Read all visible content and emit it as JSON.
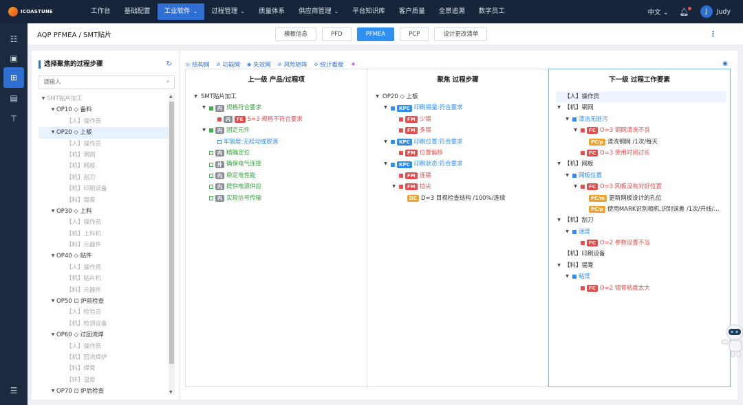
{
  "brand": {
    "name": "ICOASTUNE"
  },
  "nav": [
    {
      "label": "工作台",
      "dropdown": false,
      "active": false
    },
    {
      "label": "基础配置",
      "dropdown": false,
      "active": false
    },
    {
      "label": "工业软件",
      "dropdown": true,
      "active": true
    },
    {
      "label": "过程管理",
      "dropdown": true,
      "active": false
    },
    {
      "label": "质量体系",
      "dropdown": false,
      "active": false
    },
    {
      "label": "供应商管理",
      "dropdown": true,
      "active": false
    },
    {
      "label": "平台知识库",
      "dropdown": false,
      "active": false
    },
    {
      "label": "客户质量",
      "dropdown": false,
      "active": false
    },
    {
      "label": "全景追溯",
      "dropdown": false,
      "active": false
    },
    {
      "label": "数字员工",
      "dropdown": false,
      "active": false
    }
  ],
  "top_right": {
    "language": "中文",
    "avatar_letter": "J",
    "user": "Judy"
  },
  "breadcrumb": "AQP PFMEA / SMT贴片",
  "tabs": [
    {
      "label": "模板信息",
      "active": false
    },
    {
      "label": "PFD",
      "active": false
    },
    {
      "label": "PFMEA",
      "active": true
    },
    {
      "label": "PCP",
      "active": false
    },
    {
      "label": "设计更改清单",
      "active": false
    }
  ],
  "left_panel": {
    "title": "选择聚焦的过程步骤",
    "search_placeholder": "请输入",
    "tree": [
      {
        "text": "SMT贴片加工",
        "level": 0,
        "toggle": "▼",
        "style": "gray",
        "selected": false
      },
      {
        "text": "OP10 ◇ 备料",
        "level": 1,
        "toggle": "▼",
        "style": "dark",
        "selected": false
      },
      {
        "text": "【人】操作员",
        "level": 2,
        "toggle": "",
        "style": "gray",
        "selected": false
      },
      {
        "text": "OP20 ◇ 上板",
        "level": 1,
        "toggle": "▼",
        "style": "dark",
        "selected": true
      },
      {
        "text": "【人】操作员",
        "level": 2,
        "toggle": "",
        "style": "gray",
        "selected": false
      },
      {
        "text": "【机】钢网",
        "level": 2,
        "toggle": "",
        "style": "gray",
        "selected": false
      },
      {
        "text": "【机】网板",
        "level": 2,
        "toggle": "",
        "style": "gray",
        "selected": false
      },
      {
        "text": "【机】刮刀",
        "level": 2,
        "toggle": "",
        "style": "gray",
        "selected": false
      },
      {
        "text": "【机】印刷设备",
        "level": 2,
        "toggle": "",
        "style": "gray",
        "selected": false
      },
      {
        "text": "【料】锡膏",
        "level": 2,
        "toggle": "",
        "style": "gray",
        "selected": false
      },
      {
        "text": "OP30 ◇ 上料",
        "level": 1,
        "toggle": "▼",
        "style": "dark",
        "selected": false
      },
      {
        "text": "【人】操作员",
        "level": 2,
        "toggle": "",
        "style": "gray",
        "selected": false
      },
      {
        "text": "【机】上料机",
        "level": 2,
        "toggle": "",
        "style": "gray",
        "selected": false
      },
      {
        "text": "【料】元器件",
        "level": 2,
        "toggle": "",
        "style": "gray",
        "selected": false
      },
      {
        "text": "OP40 ◇ 贴件",
        "level": 1,
        "toggle": "▼",
        "style": "dark",
        "selected": false
      },
      {
        "text": "【人】操作员",
        "level": 2,
        "toggle": "",
        "style": "gray",
        "selected": false
      },
      {
        "text": "【机】贴片机",
        "level": 2,
        "toggle": "",
        "style": "gray",
        "selected": false
      },
      {
        "text": "【料】元器件",
        "level": 2,
        "toggle": "",
        "style": "gray",
        "selected": false
      },
      {
        "text": "OP50 ⊡ 炉前检查",
        "level": 1,
        "toggle": "▼",
        "style": "dark",
        "selected": false
      },
      {
        "text": "【人】检验员",
        "level": 2,
        "toggle": "",
        "style": "gray",
        "selected": false
      },
      {
        "text": "【机】检测设备",
        "level": 2,
        "toggle": "",
        "style": "gray",
        "selected": false
      },
      {
        "text": "OP60 ◇ 过回流焊",
        "level": 1,
        "toggle": "▼",
        "style": "dark",
        "selected": false
      },
      {
        "text": "【人】操作员",
        "level": 2,
        "toggle": "",
        "style": "gray",
        "selected": false
      },
      {
        "text": "【机】回流焊炉",
        "level": 2,
        "toggle": "",
        "style": "gray",
        "selected": false
      },
      {
        "text": "【料】焊膏",
        "level": 2,
        "toggle": "",
        "style": "gray",
        "selected": false
      },
      {
        "text": "【环】温度",
        "level": 2,
        "toggle": "",
        "style": "gray",
        "selected": false
      },
      {
        "text": "OP70 ⊡ 炉后检查",
        "level": 1,
        "toggle": "▼",
        "style": "dark",
        "selected": false
      }
    ]
  },
  "views": [
    {
      "icon": "◎",
      "label": "结构网"
    },
    {
      "icon": "⊘",
      "label": "功能网"
    },
    {
      "icon": "◉",
      "label": "失效网"
    },
    {
      "icon": "⊘",
      "label": "风险矩阵"
    },
    {
      "icon": "⊘",
      "label": "统计看板"
    }
  ],
  "columns": {
    "upper": {
      "title": "上一级 产品/过程项",
      "rows": [
        {
          "level": 0,
          "toggle": "▼",
          "marker": "",
          "tags": [],
          "text": "SMT贴片加工",
          "color": "dark"
        },
        {
          "level": 1,
          "toggle": "▼",
          "marker": "g",
          "tags": [
            {
              "label": "内",
              "kind": "nei"
            }
          ],
          "text": "规格符合要求",
          "color": "green"
        },
        {
          "level": 2,
          "toggle": "",
          "marker": "r",
          "tags": [
            {
              "label": "内",
              "kind": "nei"
            },
            {
              "label": "FE",
              "kind": "fe"
            }
          ],
          "text": "S=3  规格不符合要求",
          "color": "red"
        },
        {
          "level": 1,
          "toggle": "▼",
          "marker": "g",
          "tags": [
            {
              "label": "内",
              "kind": "nei"
            }
          ],
          "text": "固定元件",
          "color": "green"
        },
        {
          "level": 2,
          "toggle": "",
          "marker": "ob",
          "tags": [],
          "text": "牢固度:无松动或脱落",
          "color": "blue"
        },
        {
          "level": 1,
          "toggle": "",
          "marker": "o",
          "tags": [
            {
              "label": "内",
              "kind": "nei"
            }
          ],
          "text": "精确定位",
          "color": "green"
        },
        {
          "level": 1,
          "toggle": "",
          "marker": "o",
          "tags": [
            {
              "label": "外",
              "kind": "wai"
            }
          ],
          "text": "确保电气连接",
          "color": "green"
        },
        {
          "level": 1,
          "toggle": "",
          "marker": "o",
          "tags": [
            {
              "label": "内",
              "kind": "nei"
            }
          ],
          "text": "稳定电性能",
          "color": "green"
        },
        {
          "level": 1,
          "toggle": "",
          "marker": "o",
          "tags": [
            {
              "label": "内",
              "kind": "nei"
            }
          ],
          "text": "提供电源供应",
          "color": "green"
        },
        {
          "level": 1,
          "toggle": "",
          "marker": "o",
          "tags": [
            {
              "label": "内",
              "kind": "nei"
            }
          ],
          "text": "实现信号传输",
          "color": "green"
        }
      ]
    },
    "focus": {
      "title": "聚焦 过程步骤",
      "rows": [
        {
          "level": 0,
          "toggle": "▼",
          "marker": "",
          "tags": [],
          "text": "OP20 ◇ 上板",
          "color": "dark"
        },
        {
          "level": 1,
          "toggle": "▼",
          "marker": "b",
          "tags": [
            {
              "label": "KPC",
              "kind": "kpc"
            }
          ],
          "text": "印刷锡量:符合要求",
          "color": "blue"
        },
        {
          "level": 2,
          "toggle": "",
          "marker": "r",
          "tags": [
            {
              "label": "FM",
              "kind": "fm"
            }
          ],
          "text": "少锡",
          "color": "red"
        },
        {
          "level": 2,
          "toggle": "",
          "marker": "r",
          "tags": [
            {
              "label": "FM",
              "kind": "fm"
            }
          ],
          "text": "多锡",
          "color": "red"
        },
        {
          "level": 1,
          "toggle": "▼",
          "marker": "b",
          "tags": [
            {
              "label": "KPC",
              "kind": "kpc"
            }
          ],
          "text": "印刷位置:符合要求",
          "color": "blue"
        },
        {
          "level": 2,
          "toggle": "",
          "marker": "r",
          "tags": [
            {
              "label": "FM",
              "kind": "fm"
            }
          ],
          "text": "位置偏移",
          "color": "red"
        },
        {
          "level": 1,
          "toggle": "▼",
          "marker": "b",
          "tags": [
            {
              "label": "KPC",
              "kind": "kpc"
            }
          ],
          "text": "印刷状态:符合要求",
          "color": "blue"
        },
        {
          "level": 2,
          "toggle": "",
          "marker": "r",
          "tags": [
            {
              "label": "FM",
              "kind": "fm"
            }
          ],
          "text": "连锡",
          "color": "red"
        },
        {
          "level": 2,
          "toggle": "▼",
          "marker": "r",
          "tags": [
            {
              "label": "FM",
              "kind": "fm"
            }
          ],
          "text": "拉尖",
          "color": "red"
        },
        {
          "level": 3,
          "toggle": "",
          "marker": "",
          "tags": [
            {
              "label": "DC",
              "kind": "dc"
            }
          ],
          "text": "D=3  目视检查结构 /100%/连续",
          "color": "dark"
        }
      ]
    },
    "lower": {
      "title": "下一级 过程工作要素",
      "rows": [
        {
          "level": 0,
          "toggle": "",
          "marker": "",
          "tags": [],
          "text": "【人】操作员",
          "color": "dark",
          "highlight": true
        },
        {
          "level": 0,
          "toggle": "▼",
          "marker": "",
          "tags": [],
          "text": "【机】钢网",
          "color": "dark"
        },
        {
          "level": 1,
          "toggle": "▼",
          "marker": "b",
          "tags": [],
          "text": "清洁无脏污",
          "color": "blue"
        },
        {
          "level": 2,
          "toggle": "▼",
          "marker": "r",
          "tags": [
            {
              "label": "FC",
              "kind": "fc"
            }
          ],
          "text": "O=3 钢网清洗不良",
          "color": "red"
        },
        {
          "level": 3,
          "toggle": "",
          "marker": "",
          "tags": [
            {
              "label": "PC/p",
              "kind": "pc"
            }
          ],
          "text": "清洗钢网 /1次/每天",
          "color": "dark"
        },
        {
          "level": 2,
          "toggle": "",
          "marker": "r",
          "tags": [
            {
              "label": "FC",
              "kind": "fc"
            }
          ],
          "text": "O=3 使用时间过长",
          "color": "red"
        },
        {
          "level": 0,
          "toggle": "▼",
          "marker": "",
          "tags": [],
          "text": "【机】网板",
          "color": "dark"
        },
        {
          "level": 1,
          "toggle": "▼",
          "marker": "b",
          "tags": [],
          "text": "网板位置",
          "color": "blue"
        },
        {
          "level": 2,
          "toggle": "▼",
          "marker": "r",
          "tags": [
            {
              "label": "FC",
              "kind": "fc"
            }
          ],
          "text": "O=3 网板没有对好位置",
          "color": "red"
        },
        {
          "level": 3,
          "toggle": "",
          "marker": "",
          "tags": [
            {
              "label": "PC/m",
              "kind": "pc"
            }
          ],
          "text": "更新网板设计的孔位",
          "color": "dark"
        },
        {
          "level": 3,
          "toggle": "",
          "marker": "",
          "tags": [
            {
              "label": "PC/p",
              "kind": "pc"
            }
          ],
          "text": "使用MARK识别相机,识别误差 /1次/开线/...",
          "color": "dark"
        },
        {
          "level": 0,
          "toggle": "▼",
          "marker": "",
          "tags": [],
          "text": "【机】刮刀",
          "color": "dark"
        },
        {
          "level": 1,
          "toggle": "▼",
          "marker": "b",
          "tags": [],
          "text": "速度",
          "color": "blue"
        },
        {
          "level": 2,
          "toggle": "",
          "marker": "r",
          "tags": [
            {
              "label": "FC",
              "kind": "fc"
            }
          ],
          "text": "O=2 参数设置不当",
          "color": "red"
        },
        {
          "level": 0,
          "toggle": "",
          "marker": "",
          "tags": [],
          "text": "【机】印刷设备",
          "color": "dark"
        },
        {
          "level": 0,
          "toggle": "▼",
          "marker": "",
          "tags": [],
          "text": "【料】锡膏",
          "color": "dark"
        },
        {
          "level": 1,
          "toggle": "▼",
          "marker": "b",
          "tags": [],
          "text": "粘度",
          "color": "blue"
        },
        {
          "level": 2,
          "toggle": "",
          "marker": "r",
          "tags": [
            {
              "label": "FC",
              "kind": "fc"
            }
          ],
          "text": "O=2 锡膏粘度太大",
          "color": "red"
        }
      ]
    }
  },
  "colors": {
    "nav_bg": "#16253a",
    "accent": "#2f6fd3",
    "green": "#3aa442",
    "red": "#e24d4d",
    "orange": "#f0a12a"
  }
}
